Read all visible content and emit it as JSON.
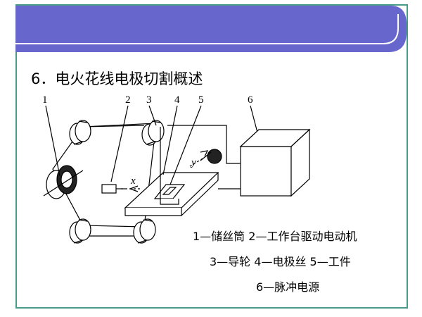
{
  "title": "6．电火花线电极切割概述",
  "colors": {
    "band": "#6666cc",
    "frame": "#4a9a8a",
    "ink": "#000000"
  },
  "diagram": {
    "callouts": [
      "1",
      "2",
      "3",
      "4",
      "5",
      "6"
    ],
    "axes": {
      "x": "x",
      "y": "y"
    }
  },
  "legend": [
    "1—储丝筒  2—工作台驱动电动机",
    "3—导轮  4—电极丝  5—工件",
    "6—脉冲电源"
  ]
}
